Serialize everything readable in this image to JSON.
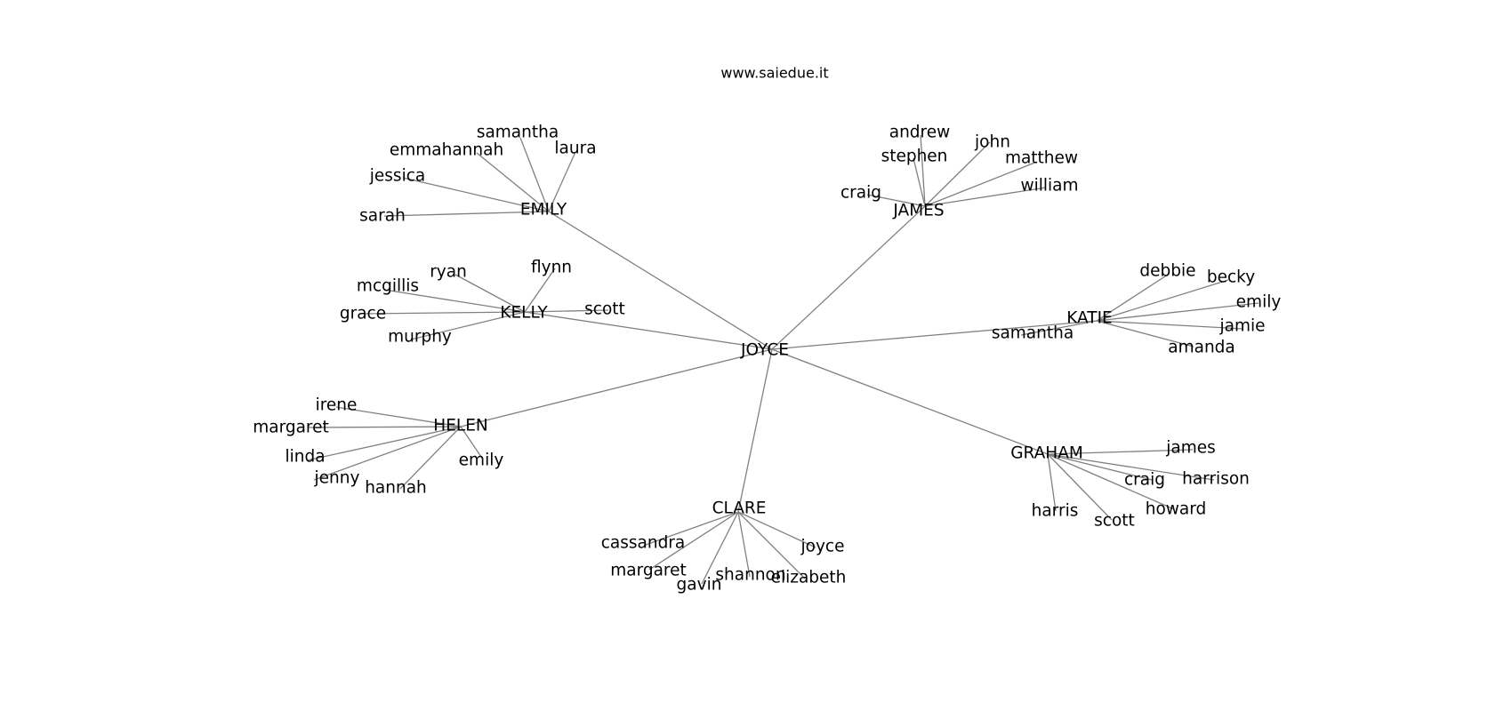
{
  "title": "www.saiedue.it",
  "colors": {
    "edge": "#808080",
    "text": "#000000",
    "background": "#ffffff"
  },
  "graph": {
    "type": "network",
    "root": "JOYCE",
    "nodes": [
      {
        "id": "root",
        "label": "JOYCE"
      },
      {
        "id": "emily_hub",
        "label": "EMILY"
      },
      {
        "id": "james_hub",
        "label": "JAMES"
      },
      {
        "id": "kelly_hub",
        "label": "KELLY"
      },
      {
        "id": "katie_hub",
        "label": "KATIE"
      },
      {
        "id": "helen_hub",
        "label": "HELEN"
      },
      {
        "id": "clare_hub",
        "label": "CLARE"
      },
      {
        "id": "graham_hub",
        "label": "GRAHAM"
      },
      {
        "id": "e_samantha",
        "label": "samantha"
      },
      {
        "id": "e_emmahannah",
        "label": "emmahannah"
      },
      {
        "id": "e_laura",
        "label": "laura"
      },
      {
        "id": "e_jessica",
        "label": "jessica"
      },
      {
        "id": "e_sarah",
        "label": "sarah"
      },
      {
        "id": "j_andrew",
        "label": "andrew"
      },
      {
        "id": "j_john",
        "label": "john"
      },
      {
        "id": "j_stephen",
        "label": "stephen"
      },
      {
        "id": "j_matthew",
        "label": "matthew"
      },
      {
        "id": "j_william",
        "label": "william"
      },
      {
        "id": "j_craig",
        "label": "craig"
      },
      {
        "id": "k_ryan",
        "label": "ryan"
      },
      {
        "id": "k_flynn",
        "label": "flynn"
      },
      {
        "id": "k_mcgillis",
        "label": "mcgillis"
      },
      {
        "id": "k_grace",
        "label": "grace"
      },
      {
        "id": "k_scott",
        "label": "scott"
      },
      {
        "id": "k_murphy",
        "label": "murphy"
      },
      {
        "id": "t_debbie",
        "label": "debbie"
      },
      {
        "id": "t_becky",
        "label": "becky"
      },
      {
        "id": "t_emily",
        "label": "emily"
      },
      {
        "id": "t_jamie",
        "label": "jamie"
      },
      {
        "id": "t_samantha",
        "label": "samantha"
      },
      {
        "id": "t_amanda",
        "label": "amanda"
      },
      {
        "id": "h_irene",
        "label": "irene"
      },
      {
        "id": "h_margaret",
        "label": "margaret"
      },
      {
        "id": "h_linda",
        "label": "linda"
      },
      {
        "id": "h_jenny",
        "label": "jenny"
      },
      {
        "id": "h_hannah",
        "label": "hannah"
      },
      {
        "id": "h_emily",
        "label": "emily"
      },
      {
        "id": "c_cassandra",
        "label": "cassandra"
      },
      {
        "id": "c_margaret",
        "label": "margaret"
      },
      {
        "id": "c_gavin",
        "label": "gavin"
      },
      {
        "id": "c_shannon",
        "label": "shannon"
      },
      {
        "id": "c_elizabeth",
        "label": "elizabeth"
      },
      {
        "id": "c_joyce",
        "label": "joyce"
      },
      {
        "id": "g_james",
        "label": "james"
      },
      {
        "id": "g_craig",
        "label": "craig"
      },
      {
        "id": "g_harrison",
        "label": "harrison"
      },
      {
        "id": "g_harris",
        "label": "harris"
      },
      {
        "id": "g_scott",
        "label": "scott"
      },
      {
        "id": "g_howard",
        "label": "howard"
      }
    ],
    "edges": [
      [
        "root",
        "emily_hub"
      ],
      [
        "root",
        "james_hub"
      ],
      [
        "root",
        "kelly_hub"
      ],
      [
        "root",
        "katie_hub"
      ],
      [
        "root",
        "helen_hub"
      ],
      [
        "root",
        "clare_hub"
      ],
      [
        "root",
        "graham_hub"
      ],
      [
        "emily_hub",
        "e_samantha"
      ],
      [
        "emily_hub",
        "e_emmahannah"
      ],
      [
        "emily_hub",
        "e_laura"
      ],
      [
        "emily_hub",
        "e_jessica"
      ],
      [
        "emily_hub",
        "e_sarah"
      ],
      [
        "james_hub",
        "j_andrew"
      ],
      [
        "james_hub",
        "j_john"
      ],
      [
        "james_hub",
        "j_stephen"
      ],
      [
        "james_hub",
        "j_matthew"
      ],
      [
        "james_hub",
        "j_william"
      ],
      [
        "james_hub",
        "j_craig"
      ],
      [
        "kelly_hub",
        "k_ryan"
      ],
      [
        "kelly_hub",
        "k_flynn"
      ],
      [
        "kelly_hub",
        "k_mcgillis"
      ],
      [
        "kelly_hub",
        "k_grace"
      ],
      [
        "kelly_hub",
        "k_scott"
      ],
      [
        "kelly_hub",
        "k_murphy"
      ],
      [
        "katie_hub",
        "t_debbie"
      ],
      [
        "katie_hub",
        "t_becky"
      ],
      [
        "katie_hub",
        "t_emily"
      ],
      [
        "katie_hub",
        "t_jamie"
      ],
      [
        "katie_hub",
        "t_samantha"
      ],
      [
        "katie_hub",
        "t_amanda"
      ],
      [
        "helen_hub",
        "h_irene"
      ],
      [
        "helen_hub",
        "h_margaret"
      ],
      [
        "helen_hub",
        "h_linda"
      ],
      [
        "helen_hub",
        "h_jenny"
      ],
      [
        "helen_hub",
        "h_hannah"
      ],
      [
        "helen_hub",
        "h_emily"
      ],
      [
        "clare_hub",
        "c_cassandra"
      ],
      [
        "clare_hub",
        "c_margaret"
      ],
      [
        "clare_hub",
        "c_gavin"
      ],
      [
        "clare_hub",
        "c_shannon"
      ],
      [
        "clare_hub",
        "c_elizabeth"
      ],
      [
        "clare_hub",
        "c_joyce"
      ],
      [
        "graham_hub",
        "g_james"
      ],
      [
        "graham_hub",
        "g_craig"
      ],
      [
        "graham_hub",
        "g_harrison"
      ],
      [
        "graham_hub",
        "g_harris"
      ],
      [
        "graham_hub",
        "g_scott"
      ],
      [
        "graham_hub",
        "g_howard"
      ]
    ]
  }
}
